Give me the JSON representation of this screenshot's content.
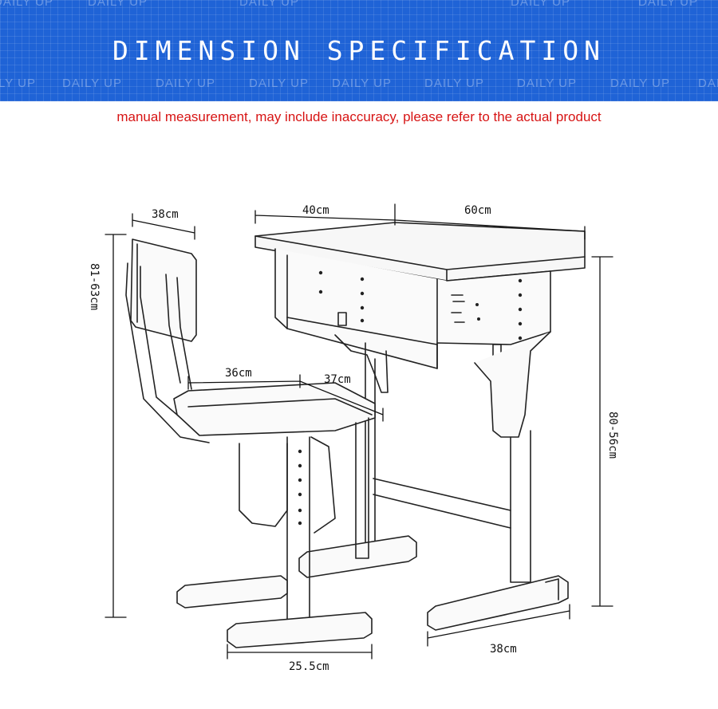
{
  "header": {
    "title": "DIMENSION SPECIFICATION",
    "watermark": "DAILY UP",
    "color": "#1f63d6"
  },
  "note": {
    "text": "manual measurement, may include inaccuracy, please refer to the actual product",
    "color": "#d71414"
  },
  "dimensions": {
    "chair_back_width": "38cm",
    "chair_height": "81-63cm",
    "chair_seat_width": "36cm",
    "chair_seat_depth": "37cm",
    "chair_base_width": "25.5cm",
    "desk_depth": "40cm",
    "desk_width": "60cm",
    "desk_height": "80-56cm",
    "desk_base_depth": "38cm"
  }
}
